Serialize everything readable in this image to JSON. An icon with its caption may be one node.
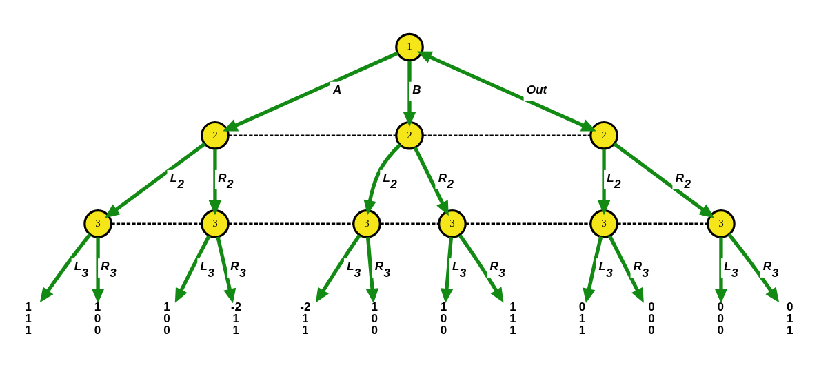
{
  "diagram": {
    "nodes": [
      {
        "text": [
          "1"
        ]
      },
      {
        "text": [
          "2"
        ]
      },
      {
        "text": [
          "2"
        ]
      },
      {
        "text": [
          "2"
        ]
      },
      {
        "text": [
          "3"
        ]
      },
      {
        "text": [
          "3"
        ]
      },
      {
        "text": [
          "3"
        ]
      },
      {
        "text": [
          "3"
        ]
      },
      {
        "text": [
          "3"
        ]
      },
      {
        "text": [
          "3"
        ]
      },
      {
        "text": [
          "1",
          "1",
          "1"
        ]
      },
      {
        "text": [
          "1",
          "0",
          "0"
        ]
      },
      {
        "text": [
          "1",
          "0",
          "0"
        ]
      },
      {
        "text": [
          "-2",
          "1",
          "1"
        ]
      },
      {
        "text": [
          "-2",
          "1",
          "1"
        ]
      },
      {
        "text": [
          "1",
          "0",
          "0"
        ]
      },
      {
        "text": [
          "1",
          "0",
          "0"
        ]
      },
      {
        "text": [
          "1",
          "1",
          "1"
        ]
      },
      {
        "text": [
          "0",
          "1",
          "1"
        ]
      },
      {
        "text": [
          "0",
          "0",
          "0"
        ]
      },
      {
        "text": [
          "0",
          "0",
          "0"
        ]
      },
      {
        "text": [
          "0",
          "1",
          "1"
        ]
      }
    ],
    "edges": [
      {
        "from": 0,
        "to": 1,
        "arrow": "to",
        "label": "A"
      },
      {
        "from": 0,
        "to": 2,
        "arrow": "to",
        "label": "B"
      },
      {
        "from": 0,
        "to": 3,
        "arrow": "both",
        "label": "Out"
      },
      {
        "from": 1,
        "to": 4,
        "arrow": "to",
        "label": "L$_{2}$"
      },
      {
        "from": 1,
        "to": 5,
        "arrow": "to",
        "label": "R$_{2}$"
      },
      {
        "from": 2,
        "to": 6,
        "arrow": "to",
        "label": "L$_{2}$"
      },
      {
        "from": 2,
        "to": 7,
        "arrow": "to",
        "label": "R$_{2}$"
      },
      {
        "from": 3,
        "to": 8,
        "arrow": "to",
        "label": "L$_{2}$"
      },
      {
        "from": 3,
        "to": 9,
        "arrow": "to",
        "label": "R$_{2}$"
      },
      {
        "from": 4,
        "to": 10,
        "arrow": "to",
        "label": "L$_{3}$"
      },
      {
        "from": 4,
        "to": 11,
        "arrow": "to",
        "label": "R$_{3}$"
      },
      {
        "from": 5,
        "to": 12,
        "arrow": "to",
        "label": "L$_{3}$"
      },
      {
        "from": 5,
        "to": 13,
        "arrow": "to",
        "label": "R$_{3}$"
      },
      {
        "from": 6,
        "to": 14,
        "arrow": "to",
        "label": "L$_{3}$"
      },
      {
        "from": 6,
        "to": 15,
        "arrow": "to",
        "label": "R$_{3}$"
      },
      {
        "from": 7,
        "to": 16,
        "arrow": "to",
        "label": "L$_{3}$"
      },
      {
        "from": 7,
        "to": 17,
        "arrow": "to",
        "label": "R$_{3}$"
      },
      {
        "from": 8,
        "to": 18,
        "arrow": "to",
        "label": "L$_{3}$"
      },
      {
        "from": 8,
        "to": 19,
        "arrow": "to",
        "label": "R$_{3}$"
      },
      {
        "from": 9,
        "to": 20,
        "arrow": "to",
        "label": "L$_{3}$"
      },
      {
        "from": 9,
        "to": 21,
        "arrow": "to",
        "label": "R$_{3}$"
      },
      {
        "from": 1,
        "to": 2,
        "arrow": "none",
        "style": "dashed",
        "color": "#000000"
      },
      {
        "from": 2,
        "to": 3,
        "arrow": "none",
        "style": "dashed",
        "color": "#000000"
      },
      {
        "from": 4,
        "to": 5,
        "arrow": "none",
        "style": "dashed",
        "color": "#000000"
      },
      {
        "from": 5,
        "to": 6,
        "arrow": "none",
        "style": "dashed",
        "color": "#000000"
      },
      {
        "from": 6,
        "to": 7,
        "arrow": "none",
        "style": "dashed",
        "color": "#000000"
      },
      {
        "from": 7,
        "to": 8,
        "arrow": "none",
        "style": "dashed",
        "color": "#000000"
      },
      {
        "from": 8,
        "to": 9,
        "arrow": "none",
        "style": "dashed",
        "color": "#000000"
      }
    ]
  }
}
